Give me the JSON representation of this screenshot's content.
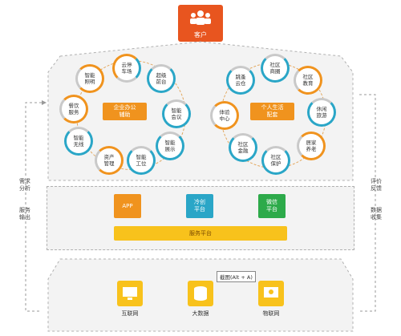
{
  "customer": {
    "label": "客户"
  },
  "office": {
    "hub": "企业办公\n辅助",
    "nodes": [
      "云停\n车场",
      "超级\n前台",
      "智能\n会议",
      "智能\n展示",
      "智能\n工位",
      "资产\n管理",
      "智能\n无线",
      "餐饮\n服务",
      "智能\n照明"
    ]
  },
  "life": {
    "hub": "个人生活\n配套",
    "nodes": [
      "社区\n商圈",
      "社区\n教育",
      "休闲\n旅游",
      "居家\n养老",
      "社区\n保护",
      "社区\n金融",
      "体验\n中心",
      "跳蚤\n云仓"
    ]
  },
  "left_labels": {
    "a": "需求\n分析",
    "b": "服务\n输出"
  },
  "right_labels": {
    "a": "评价\n反馈",
    "b": "数据\n收集"
  },
  "platforms": {
    "app": "APP",
    "wechat_mini": "冷创\n平台",
    "wechat": "微信\n平台",
    "service": "服务平台"
  },
  "base": {
    "internet": "互联网",
    "bigdata": "大数据",
    "iot": "物联网",
    "screenshot_tip": "截图(Alt + A)"
  },
  "colors": {
    "orange": "#f0931e",
    "teal": "#2aa6c7",
    "green": "#2daa4a",
    "yellow": "#f8c21c"
  }
}
